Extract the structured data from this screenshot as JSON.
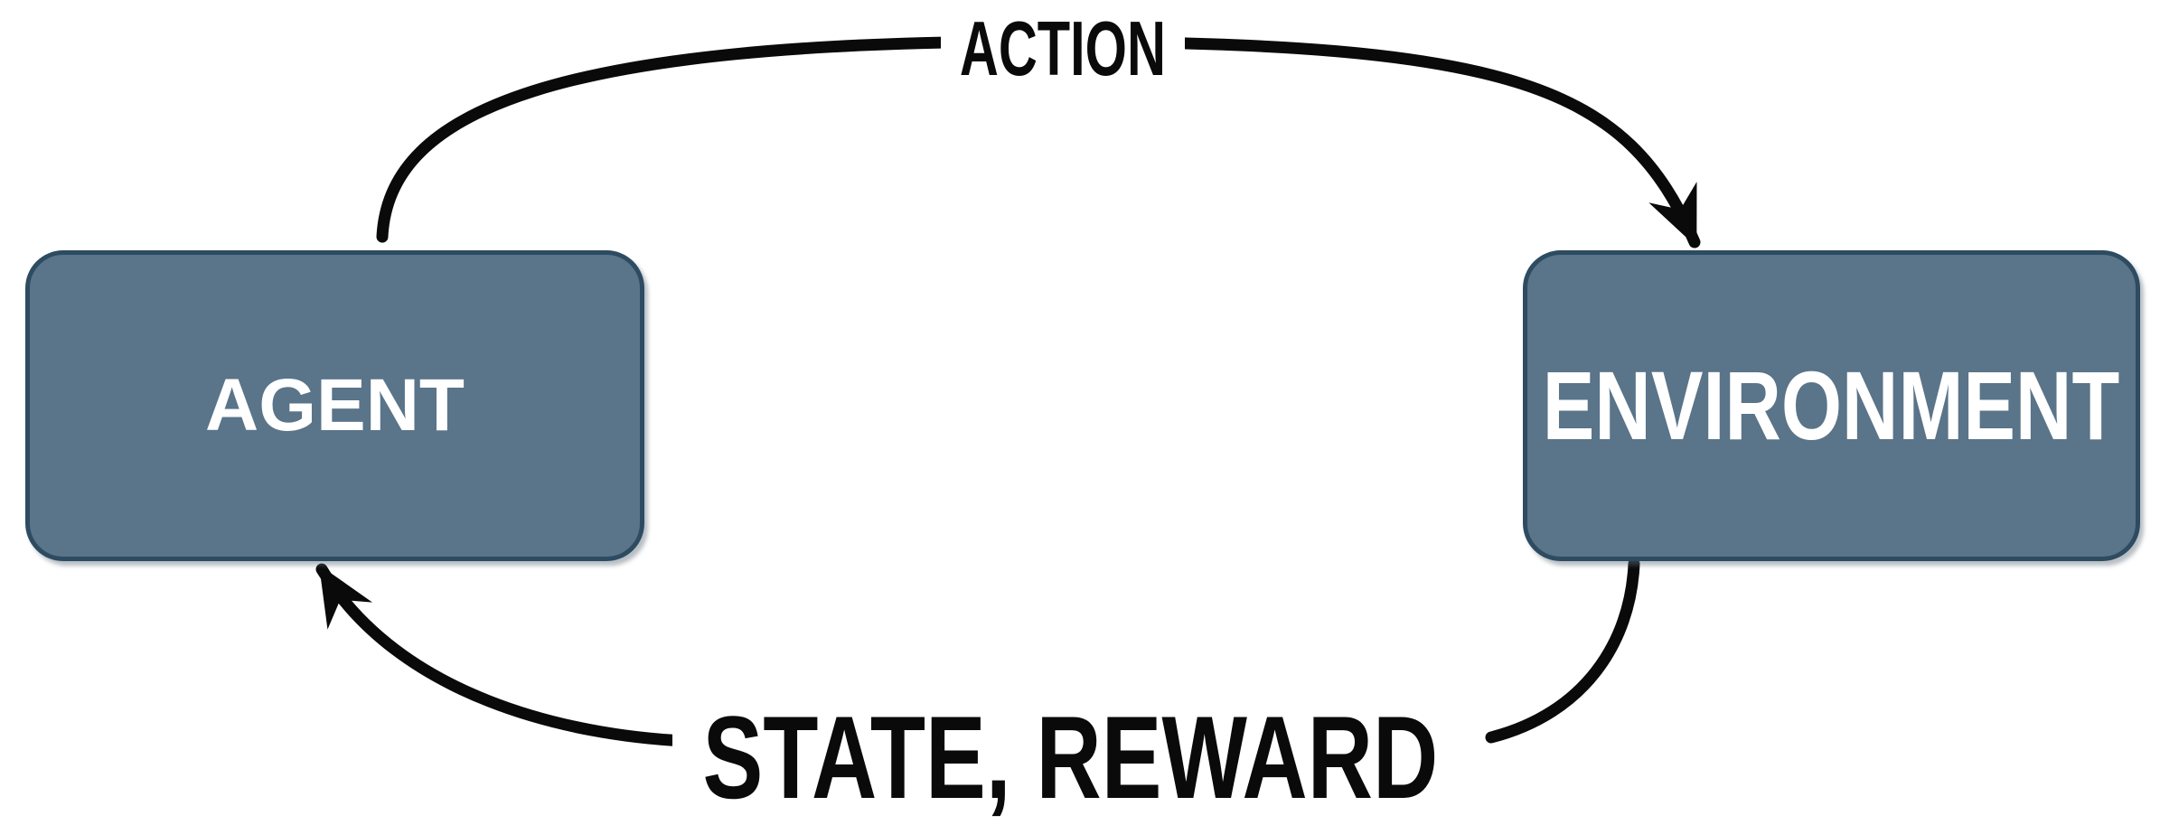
{
  "diagram": {
    "type": "reinforcement-learning-loop",
    "nodes": [
      {
        "id": "agent",
        "label": "AGENT"
      },
      {
        "id": "environment",
        "label": "ENVIRONMENT"
      }
    ],
    "edges": [
      {
        "from": "agent",
        "to": "environment",
        "label": "ACTION",
        "position": "top"
      },
      {
        "from": "environment",
        "to": "agent",
        "label": "STATE, REWARD",
        "position": "bottom"
      }
    ],
    "colors": {
      "node_fill": "#5a7489",
      "node_border": "#2d4b61",
      "arrow": "#0a0a0a",
      "node_text": "#ffffff",
      "edge_text": "#0a0a0a",
      "background": "#ffffff"
    }
  }
}
